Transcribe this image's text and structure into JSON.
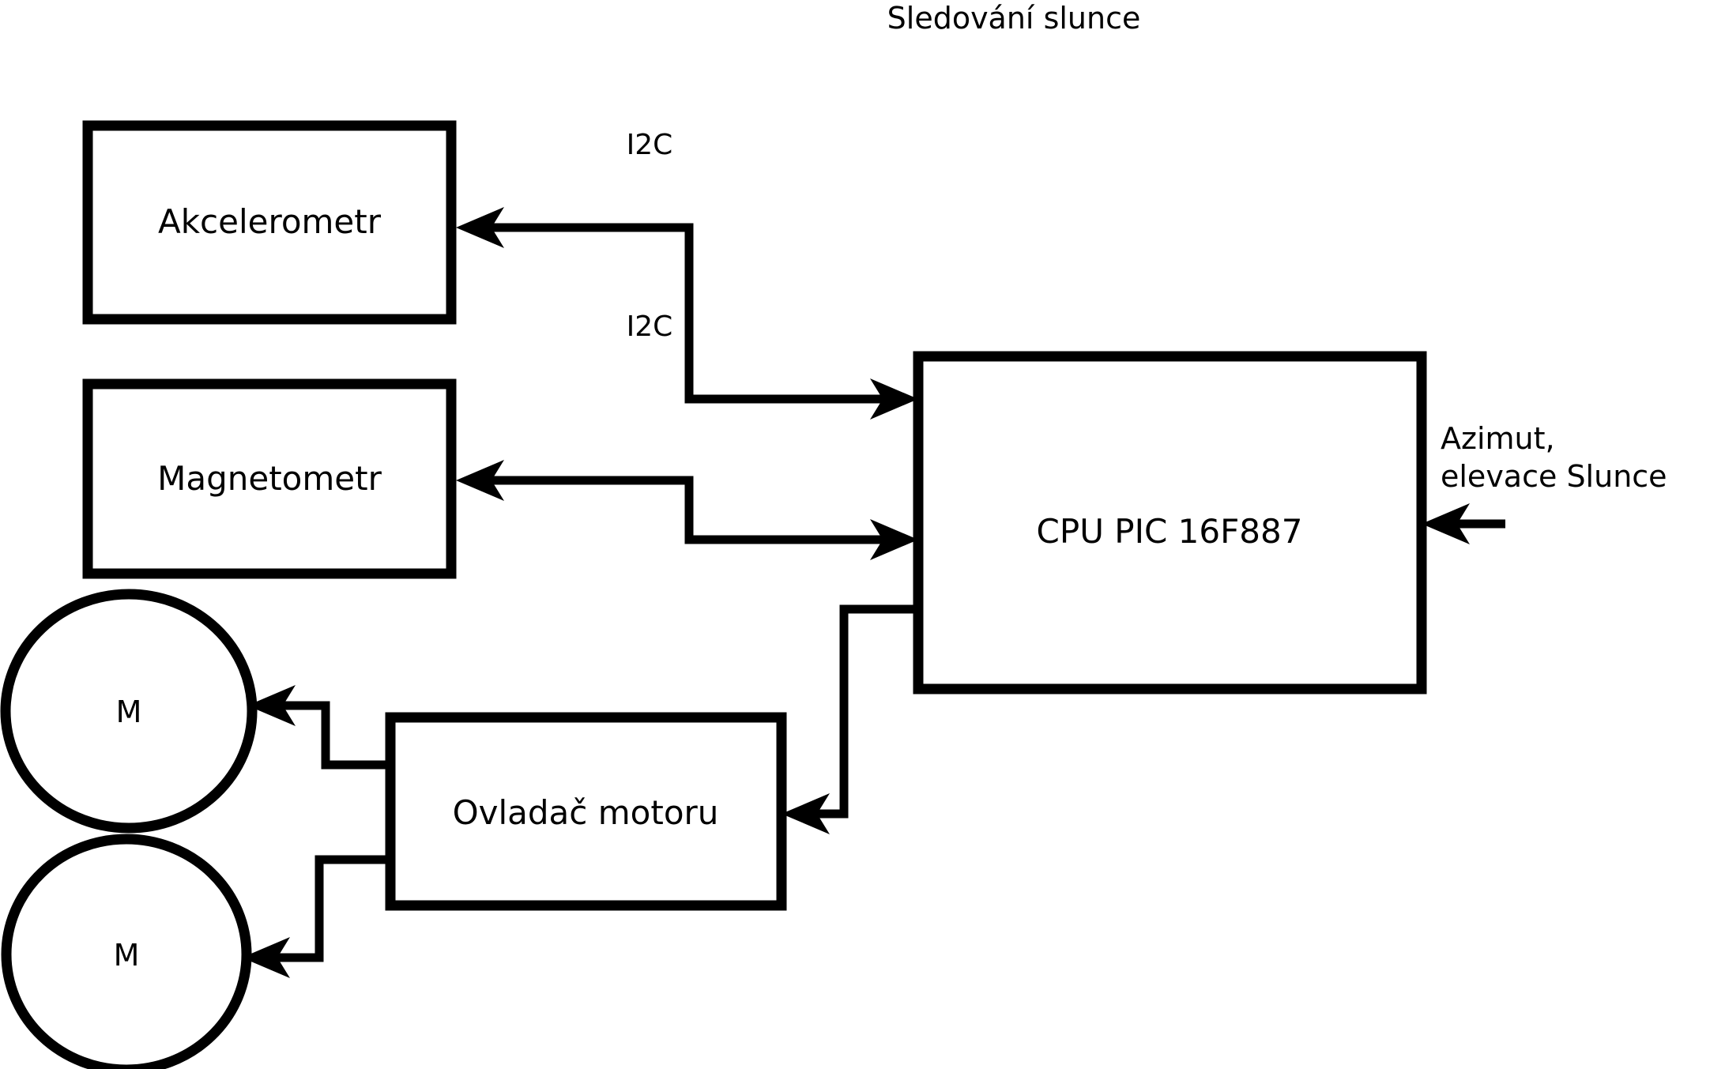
{
  "diagram": {
    "title": "Sledování slunce",
    "blocks": [
      {
        "id": "accelerometer",
        "label": "Akcelerometr"
      },
      {
        "id": "magnetometer",
        "label": "Magnetometr"
      },
      {
        "id": "cpu",
        "label": "CPU PIC 16F887"
      },
      {
        "id": "motor_driver",
        "label": "Ovladač motoru"
      },
      {
        "id": "motor_1",
        "label": "M"
      },
      {
        "id": "motor_2",
        "label": "M"
      }
    ],
    "connection_labels": {
      "accelerometer_bus": "I2C",
      "magnetometer_bus": "I2C",
      "external_input_line1": "Azimut,",
      "external_input_line2": "elevace Slunce"
    },
    "colors": {
      "stroke": "#000000",
      "fill": "#ffffff",
      "background": "#ffffff"
    }
  }
}
